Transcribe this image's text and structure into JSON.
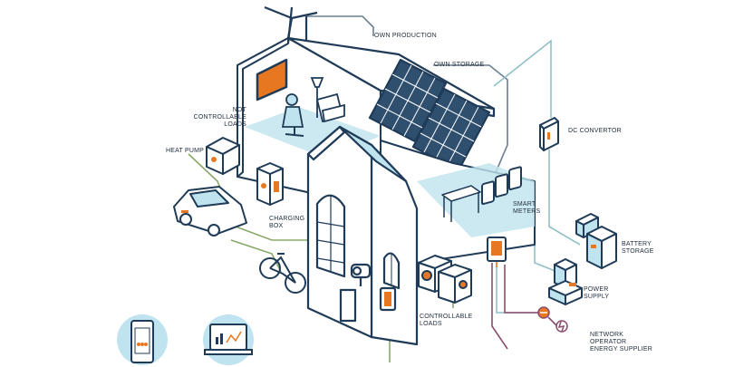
{
  "labels": {
    "own_production": "OWN PRODUCTION",
    "own_storage": "OWN STORAGE",
    "dc_convertor": "DC CONVERTOR",
    "not_controllable_loads": "NOT\nCONTROLLABLE\nLOADS",
    "heat_pump": "HEAT PUMP",
    "charging_box": "CHARGING\nBOX",
    "smart_meters": "SMART\nMETERS",
    "battery_storage": "BATTERY\nSTORAGE",
    "power_supply": "POWER\nSUPPLY",
    "controllable_loads": "CONTROLLABLE\nLOADS",
    "network_operator": "NETWORK\nOPERATOR\nENERGY SUPPLIER"
  },
  "colors": {
    "outline": "#1f3b57",
    "accent": "#e87722",
    "light_blue": "#bfe4ef",
    "teal_line": "#8fbfc6",
    "green_line": "#8aa86a",
    "purple_line": "#8a4d6e"
  }
}
